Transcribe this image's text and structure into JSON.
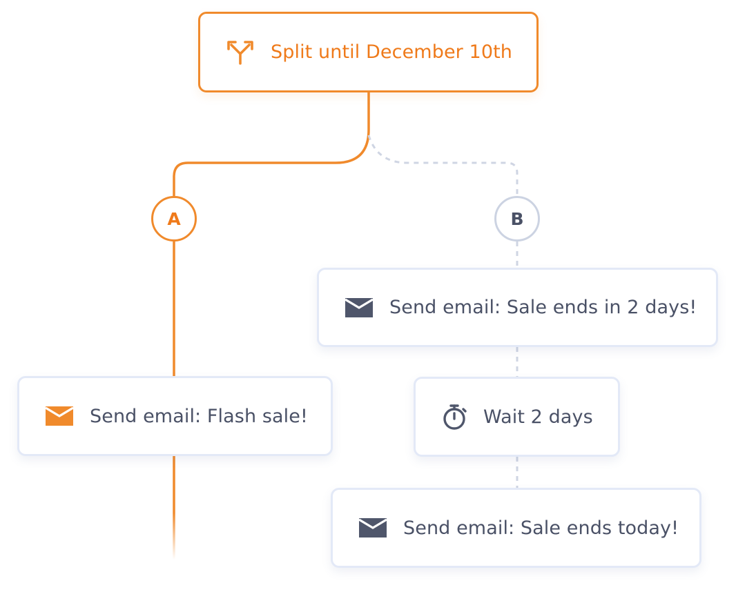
{
  "split": {
    "label": "Split until December 10th",
    "icon": "split-arrows-icon"
  },
  "branches": {
    "a": {
      "label": "A"
    },
    "b": {
      "label": "B"
    }
  },
  "steps": {
    "a_email": {
      "label": "Send email: Flash sale!",
      "icon": "envelope-icon"
    },
    "b_email_1": {
      "label": "Send email: Sale ends in 2 days!",
      "icon": "envelope-icon"
    },
    "b_wait": {
      "label": "Wait 2 days",
      "icon": "stopwatch-icon"
    },
    "b_email_2": {
      "label": "Send email: Sale ends today!",
      "icon": "envelope-icon"
    }
  },
  "colors": {
    "active_orange": "#f08a2c",
    "inactive_gray": "#ccd3e2",
    "text_dark": "#4a5166",
    "card_border": "#e3e9f7",
    "icon_dark": "#4f566b"
  }
}
